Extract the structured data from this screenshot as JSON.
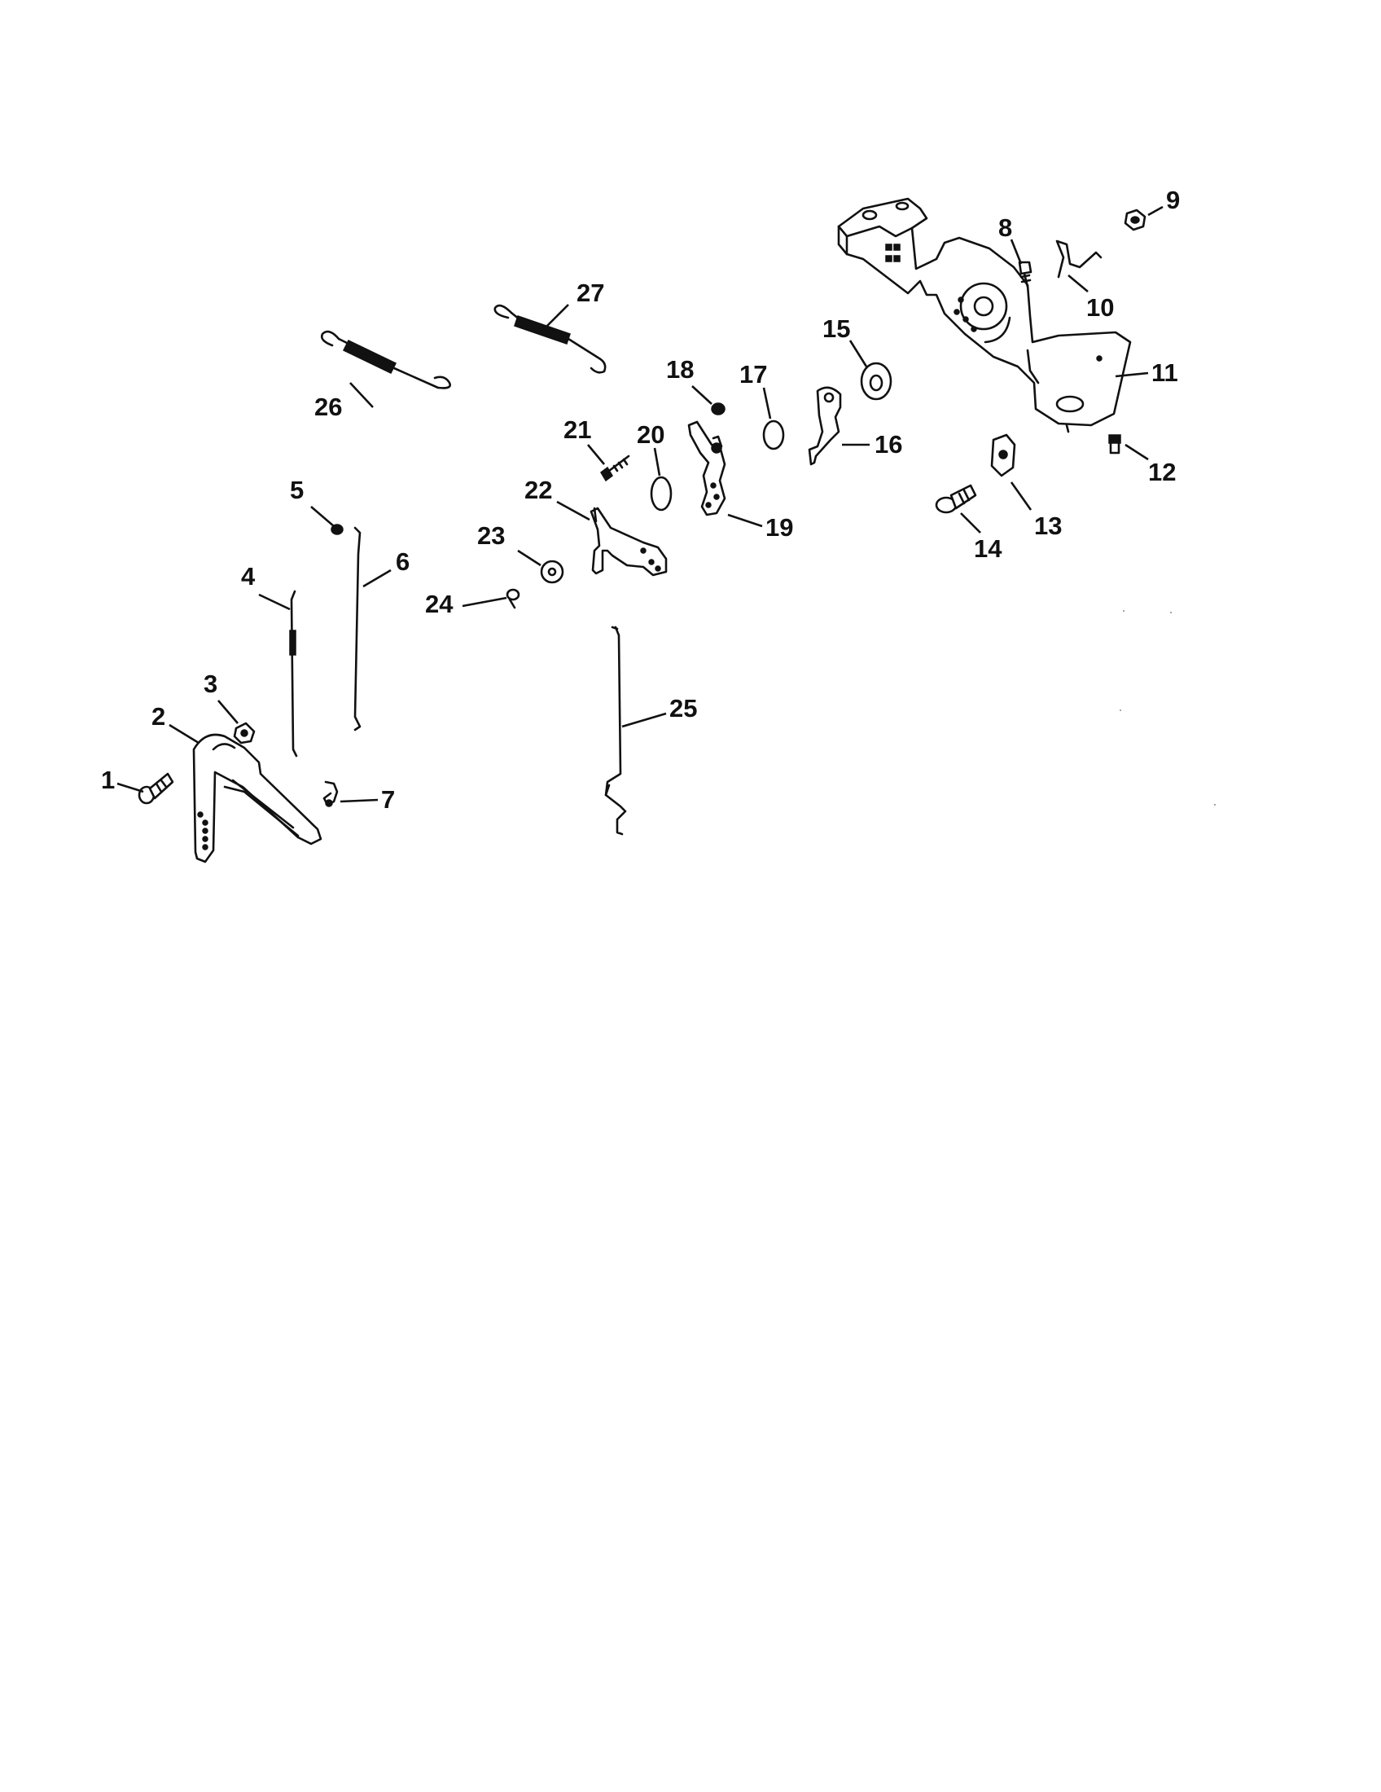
{
  "parts": {
    "1": "1",
    "2": "2",
    "3": "3",
    "4": "4",
    "5": "5",
    "6": "6",
    "7": "7",
    "8": "8",
    "9": "9",
    "10": "10",
    "11": "11",
    "12": "12",
    "13": "13",
    "14": "14",
    "15": "15",
    "16": "16",
    "17": "17",
    "18": "18",
    "19": "19",
    "20": "20",
    "21": "21",
    "22": "22",
    "23": "23",
    "24": "24",
    "25": "25",
    "26": "26",
    "27": "27"
  }
}
